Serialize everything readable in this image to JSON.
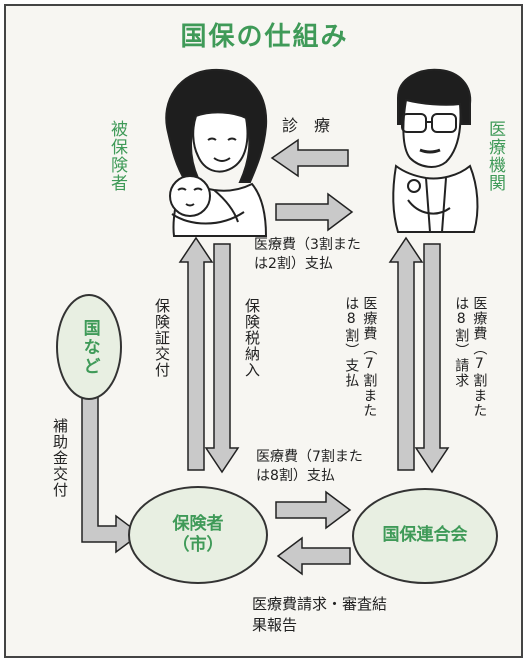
{
  "title": "国保の仕組み",
  "actors": {
    "insured": "被保険者",
    "medical_institution": "医療機関",
    "government": "国など",
    "insurer": "保険者\n（市）",
    "federation": "国保連合会"
  },
  "flows": {
    "medical_care": "診　療",
    "copay": "医療費（3割または2割）支払",
    "issue_card": "保険証交付",
    "pay_tax": "保険税納入",
    "pay_7_8_to_institution": "医療費（7割または8割）支払",
    "claim_7_8": "医療費（7割または8割）請求",
    "subsidy": "補助金交付",
    "insurer_pay_7_8": "医療費（7割または8割）支払",
    "claim_review_report": "医療費請求・審査結果報告"
  },
  "colors": {
    "accent": "#3f9a58",
    "arrow_fill": "#c9c9c9",
    "oval_fill": "#e8efe2"
  },
  "icons": {
    "mother_baby": "mother-holding-baby-illustration",
    "doctor": "doctor-with-glasses-illustration"
  }
}
